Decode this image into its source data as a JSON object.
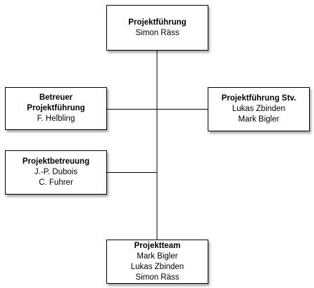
{
  "colors": {
    "line": "#000000",
    "box_border": "#000000",
    "box_fill": "#ffffff"
  },
  "nodes": {
    "top": {
      "title": "Projektführung",
      "lines": [
        "Simon Räss"
      ]
    },
    "left1": {
      "title_lines": [
        "Betreuer",
        "Projektführung"
      ],
      "lines": [
        "F. Helbling"
      ]
    },
    "right1": {
      "title": "Projektführung Stv.",
      "lines": [
        "Lukas Zbinden",
        "Mark Bigler"
      ]
    },
    "left2": {
      "title": "Projektbetreuung",
      "lines": [
        "J.-P. Dubois",
        "C. Fuhrer"
      ]
    },
    "bottom": {
      "title": "Projektteam",
      "lines": [
        "Mark Bigler",
        "Lukas Zbinden",
        "Simon Räss"
      ]
    }
  }
}
